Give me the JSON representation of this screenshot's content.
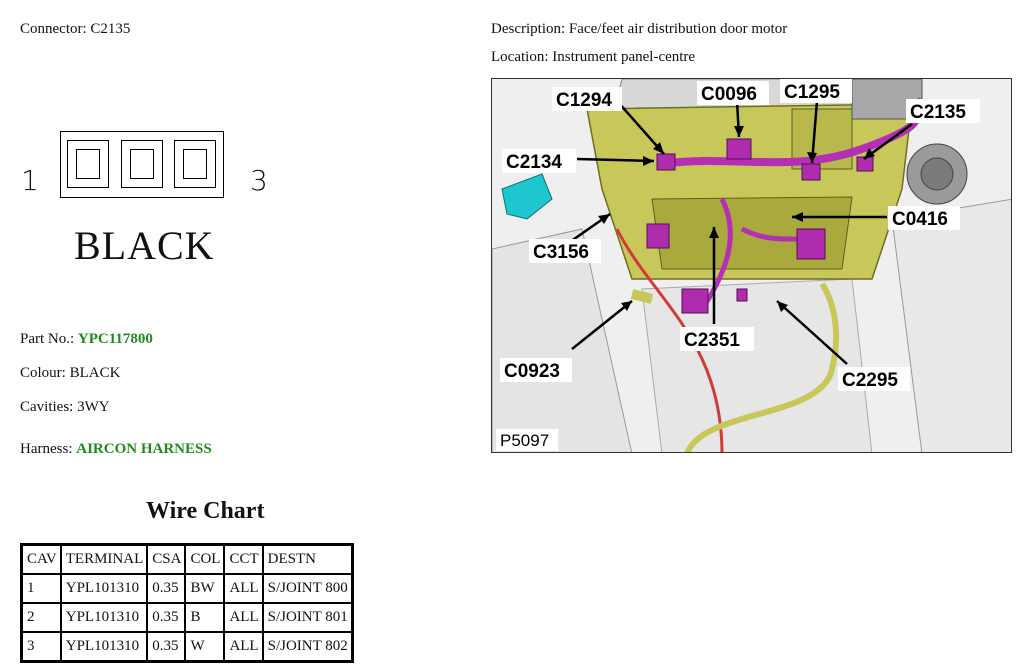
{
  "connector": {
    "label": "Connector:",
    "value": "C2135"
  },
  "description": {
    "label": "Description:",
    "value": "Face/feet air distribution door motor"
  },
  "location": {
    "label": "Location:",
    "value": "Instrument panel-centre"
  },
  "diagram": {
    "pin_first": "1",
    "pin_last": "3",
    "color_label": "BLACK"
  },
  "part_no": {
    "label": "Part No.:",
    "value": "YPC117800"
  },
  "colour": {
    "label": "Colour:",
    "value": "BLACK"
  },
  "cavities": {
    "label": "Cavities:",
    "value": "3WY"
  },
  "harness": {
    "label": "Harness:",
    "value": "AIRCON HARNESS"
  },
  "link_color": "#1f8a1f",
  "wire_chart": {
    "title": "Wire Chart",
    "headers": [
      "CAV",
      "TERMINAL",
      "CSA",
      "COL",
      "CCT",
      "DESTN"
    ],
    "rows": [
      [
        "1",
        "YPL101310",
        "0.35",
        "BW",
        "ALL",
        "S/JOINT 800"
      ],
      [
        "2",
        "YPL101310",
        "0.35",
        "B",
        "ALL",
        "S/JOINT 801"
      ],
      [
        "3",
        "YPL101310",
        "0.35",
        "W",
        "ALL",
        "S/JOINT 802"
      ]
    ]
  },
  "photo": {
    "callouts": [
      "C1294",
      "C0096",
      "C1295",
      "C2135",
      "C2134",
      "C0416",
      "C3156",
      "C2351",
      "C0923",
      "C2295"
    ],
    "image_code": "P5097"
  }
}
